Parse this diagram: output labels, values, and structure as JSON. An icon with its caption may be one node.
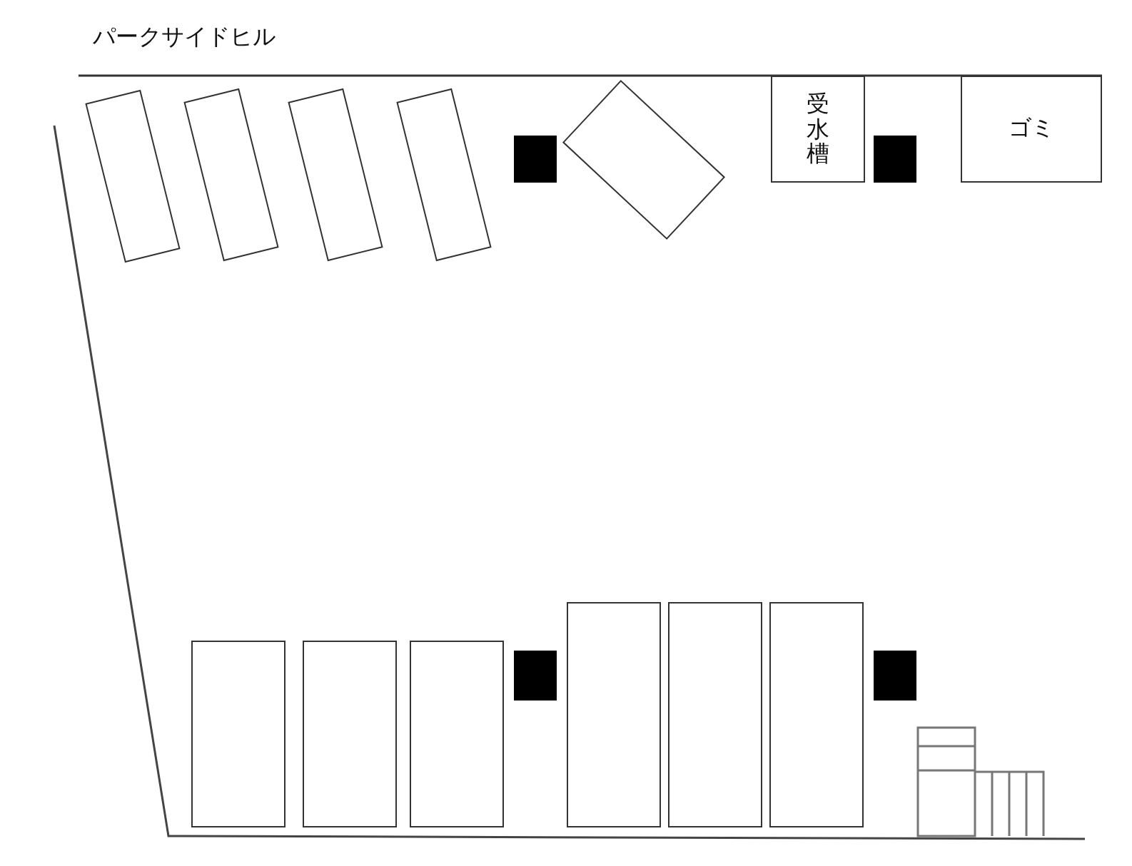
{
  "diagram": {
    "title": "パークサイドヒル",
    "nodes": [
      {
        "text": [],
        "shape": "box"
      },
      {
        "text": [],
        "shape": "box"
      },
      {
        "text": [],
        "shape": "box"
      },
      {
        "text": [],
        "shape": "box"
      },
      {
        "text": [],
        "shape": "box"
      },
      {
        "text": [
          "受水槽"
        ]
      },
      {
        "text": [
          "ゴミ"
        ]
      },
      {
        "text": [],
        "shape": "box"
      },
      {
        "text": [],
        "shape": "box"
      },
      {
        "text": [],
        "shape": "box"
      },
      {
        "text": [],
        "shape": "box"
      },
      {
        "text": [],
        "shape": "box"
      },
      {
        "text": [],
        "shape": "box"
      }
    ]
  }
}
